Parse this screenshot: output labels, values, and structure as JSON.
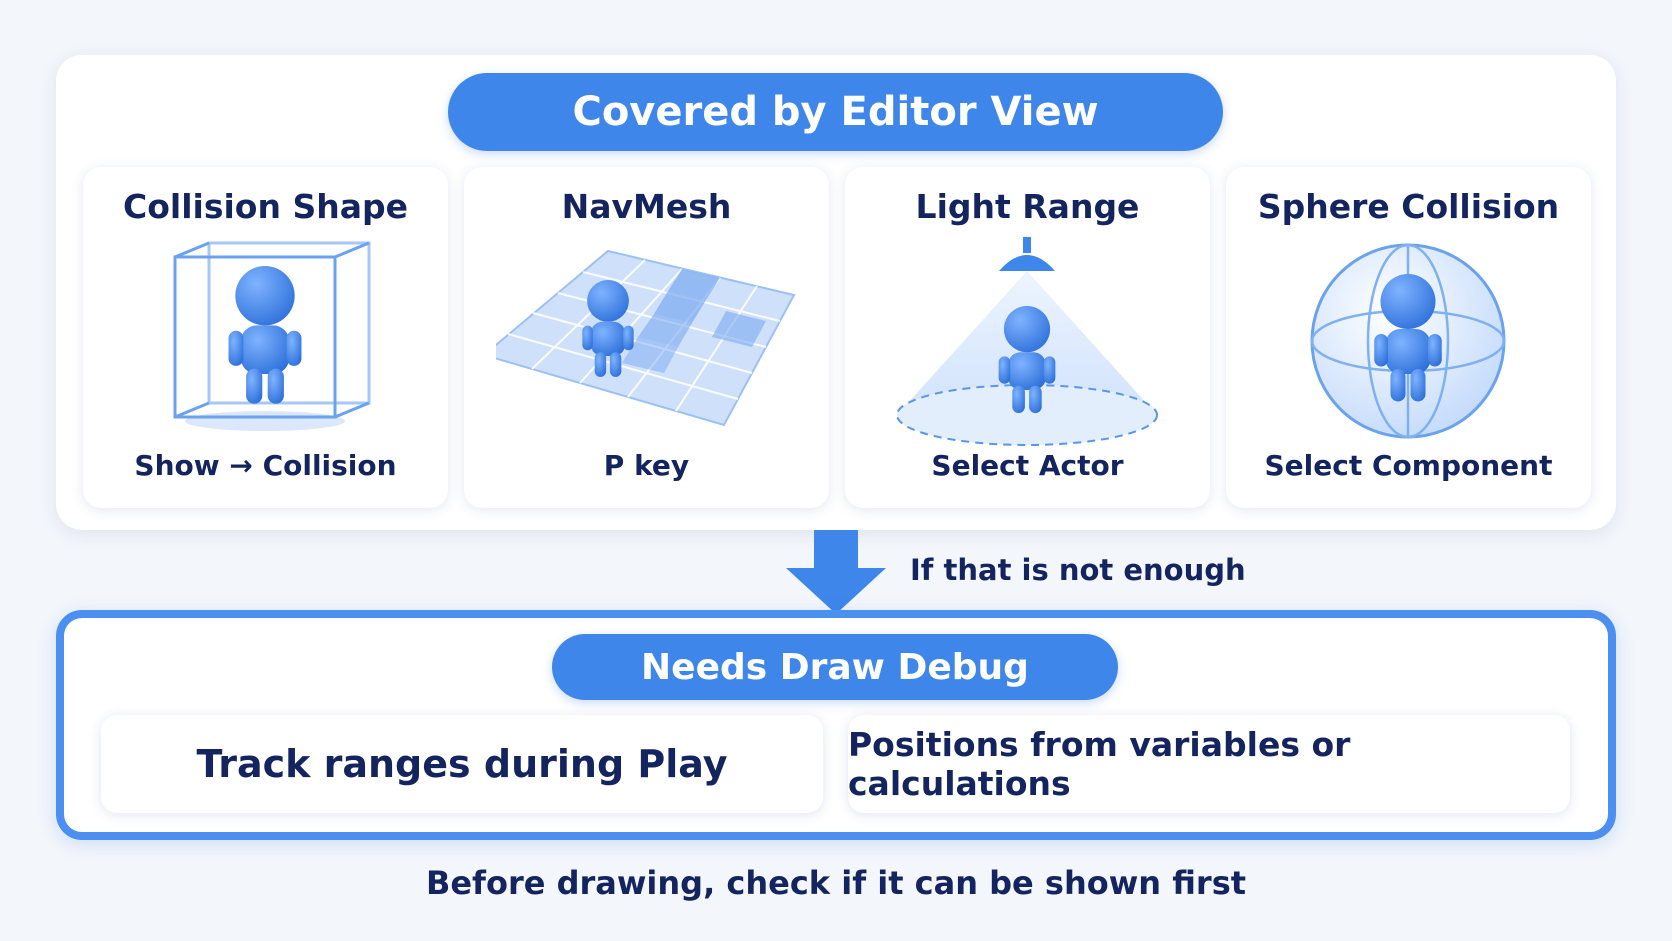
{
  "top_section": {
    "title": "Covered by Editor View",
    "cards": [
      {
        "title": "Collision Shape",
        "caption": "Show → Collision",
        "icon": "collision-box-icon"
      },
      {
        "title": "NavMesh",
        "caption": "P key",
        "icon": "navmesh-grid-icon"
      },
      {
        "title": "Light Range",
        "caption": "Select Actor",
        "icon": "spotlight-cone-icon"
      },
      {
        "title": "Sphere Collision",
        "caption": "Select Component",
        "icon": "collision-sphere-icon"
      }
    ]
  },
  "connector": {
    "label": "If that is not enough",
    "icon": "arrow-down-icon"
  },
  "bottom_section": {
    "title": "Needs Draw Debug",
    "items": [
      "Track ranges during Play",
      "Positions from variables or calculations"
    ]
  },
  "footer": {
    "note": "Before drawing, check if it can be shown first"
  },
  "colors": {
    "accent": "#3f86ea",
    "text": "#14245e",
    "background": "#f3f6fb"
  }
}
